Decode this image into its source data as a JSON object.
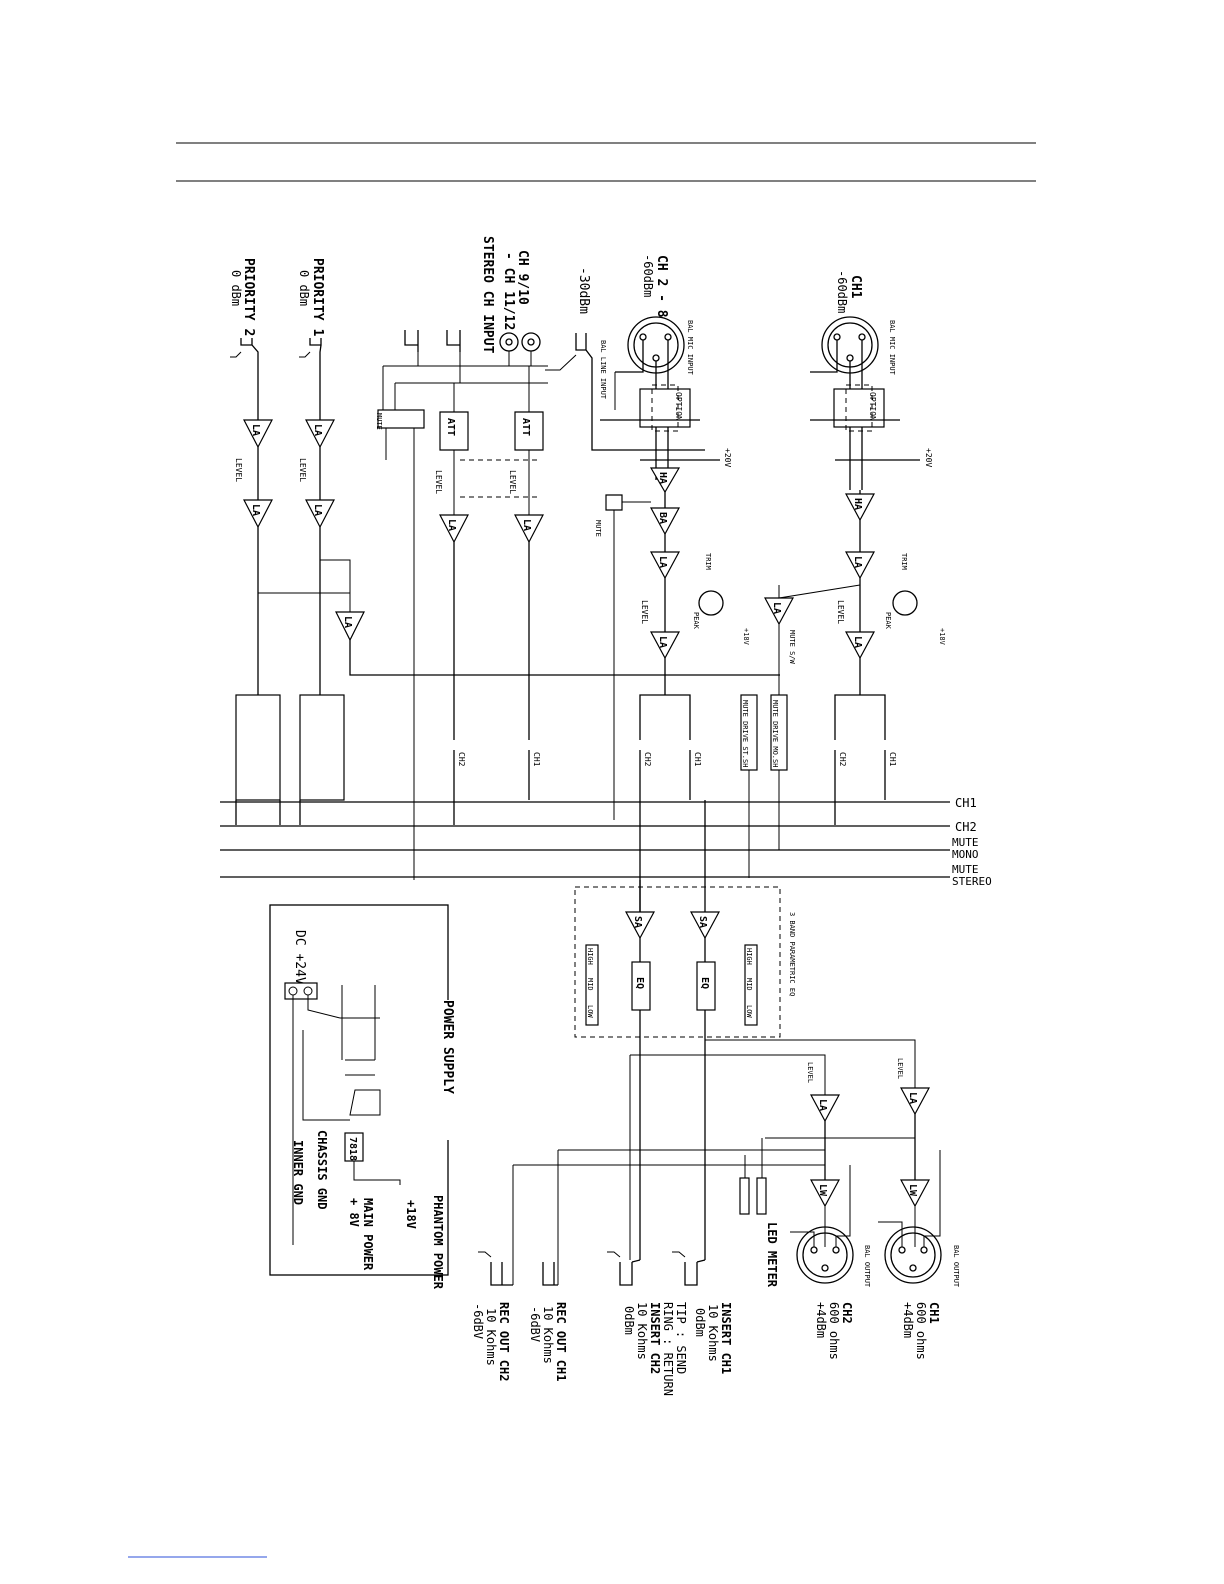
{
  "inputs": {
    "priority2": {
      "name": "PRIORITY 2",
      "level": "0 dBm"
    },
    "priority1": {
      "name": "PRIORITY 1",
      "level": "0 dBm"
    },
    "stereo": {
      "line1": "CH 9/10",
      "line2": "- CH 11/12",
      "line3": "STEREO CH INPUT"
    },
    "line_in": {
      "level": "-30dBm",
      "jack": "BAL LINE INPUT"
    },
    "ch2_8": {
      "name": "CH 2 - 8",
      "level": "-60dBm",
      "jack": "BAL MIC INPUT"
    },
    "ch1": {
      "name": "CH1",
      "level": "-60dBm",
      "jack": "BAL MIC INPUT"
    }
  },
  "blocks": {
    "la": "LA",
    "ha": "HA",
    "ba": "BA",
    "att": "ATT",
    "sa": "SA",
    "eq": "EQ",
    "lw": "LW",
    "ic7818": "7818",
    "option": "OPTION",
    "level": "LEVEL",
    "trim": "TRIM",
    "peak": "PEAK",
    "mute": "MUTE",
    "mute_sw": "MUTE S/W",
    "plus20v": "+20V",
    "plus18v": "+18V",
    "mute_drive_st": "MUTE DRIVE ST.SH",
    "mute_drive_mo": "MUTE DRIVE MO.SH",
    "ch1": "CH1",
    "ch2": "CH2",
    "eq_title": "3 BAND PARAMETRIC EQ",
    "high": "HIGH",
    "mid": "MID",
    "low": "LOW"
  },
  "buses": {
    "ch1": "CH1",
    "ch2": "CH2",
    "mute": "MUTE",
    "mono": "MONO",
    "mute2": "MUTE",
    "stereo": "STEREO"
  },
  "power": {
    "title": "POWER SUPPLY",
    "dc": "DC +24V",
    "inner_gnd": "INNER GND",
    "chassis_gnd": "CHASSIS GND",
    "main_power": "MAIN POWER",
    "main_v": "+ 8V",
    "phantom": "PHANTOM POWER",
    "phantom_v": "+18V"
  },
  "outputs": {
    "rec_ch2": {
      "line1": "REC OUT CH2",
      "line2": "10 Kohms",
      "line3": "-6dBV"
    },
    "rec_ch1": {
      "line1": "REC OUT CH1",
      "line2": "10 Kohms",
      "line3": "-6dBV"
    },
    "insert_ch2": {
      "line1": "INSERT CH2",
      "line2": "10 Kohms",
      "line3": "0dBm"
    },
    "tip_ring": {
      "line1": "TIP : SEND",
      "line2": "RING : RETURN"
    },
    "insert_ch1": {
      "line1": "INSERT CH1",
      "line2": "10 Kohms",
      "line3": "0dBm"
    },
    "out_ch2": {
      "line1": "CH2",
      "line2": "600 ohms",
      "line3": "+4dBm",
      "jack": "BAL OUTPUT"
    },
    "out_ch1": {
      "line1": "CH1",
      "line2": "600 ohms",
      "line3": "+4dBm",
      "jack": "BAL OUTPUT"
    },
    "led_meter": "LED METER"
  }
}
